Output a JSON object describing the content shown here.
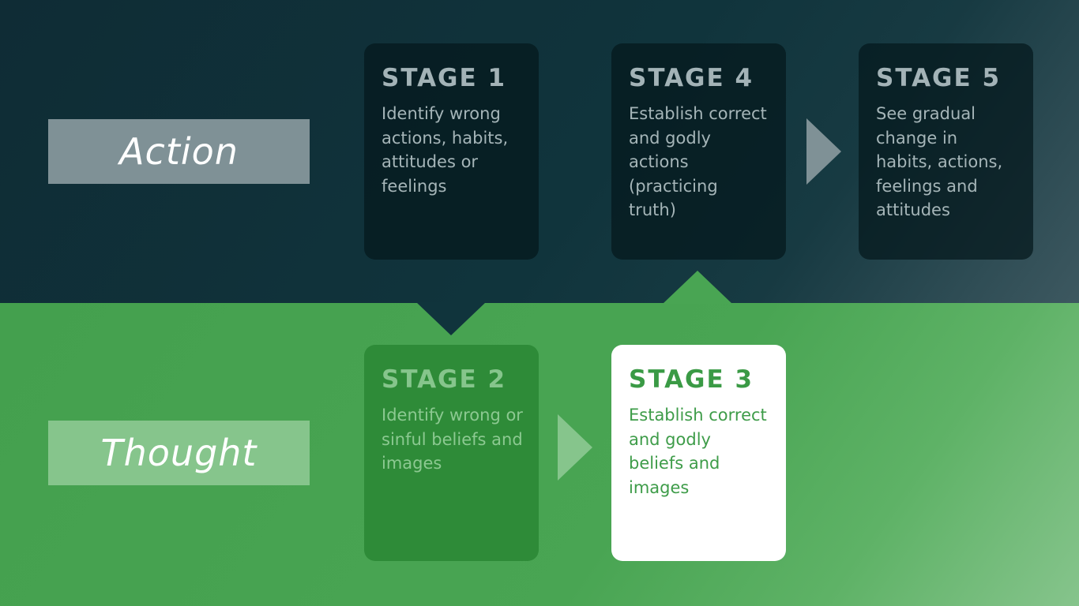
{
  "rows": {
    "action_label": "Action",
    "thought_label": "Thought"
  },
  "stages": {
    "s1": {
      "title": "STAGE 1",
      "text": "Identify wrong actions, habits, attitudes or feelings"
    },
    "s2": {
      "title": "STAGE 2",
      "text": "Identify wrong or sinful beliefs and images"
    },
    "s3": {
      "title": "STAGE 3",
      "text": "Establish correct and godly beliefs and images"
    },
    "s4": {
      "title": "STAGE 4",
      "text": "Establish correct and godly actions (practicing truth)"
    },
    "s5": {
      "title": "STAGE 5",
      "text": "See gradual change in habits, actions, feelings and attitudes"
    }
  },
  "colors": {
    "action_band": "#10343c",
    "thought_band": "#49a553",
    "action_label_bg": "#7f9196",
    "thought_label_bg": "#86c58c",
    "stage2_bg": "#2e8b38",
    "stage3_bg": "#ffffff",
    "stage3_text": "#3a9a45"
  },
  "icons": {
    "arrow_down": "triangle-down",
    "arrow_up": "triangle-up",
    "arrow_right": "triangle-right"
  }
}
